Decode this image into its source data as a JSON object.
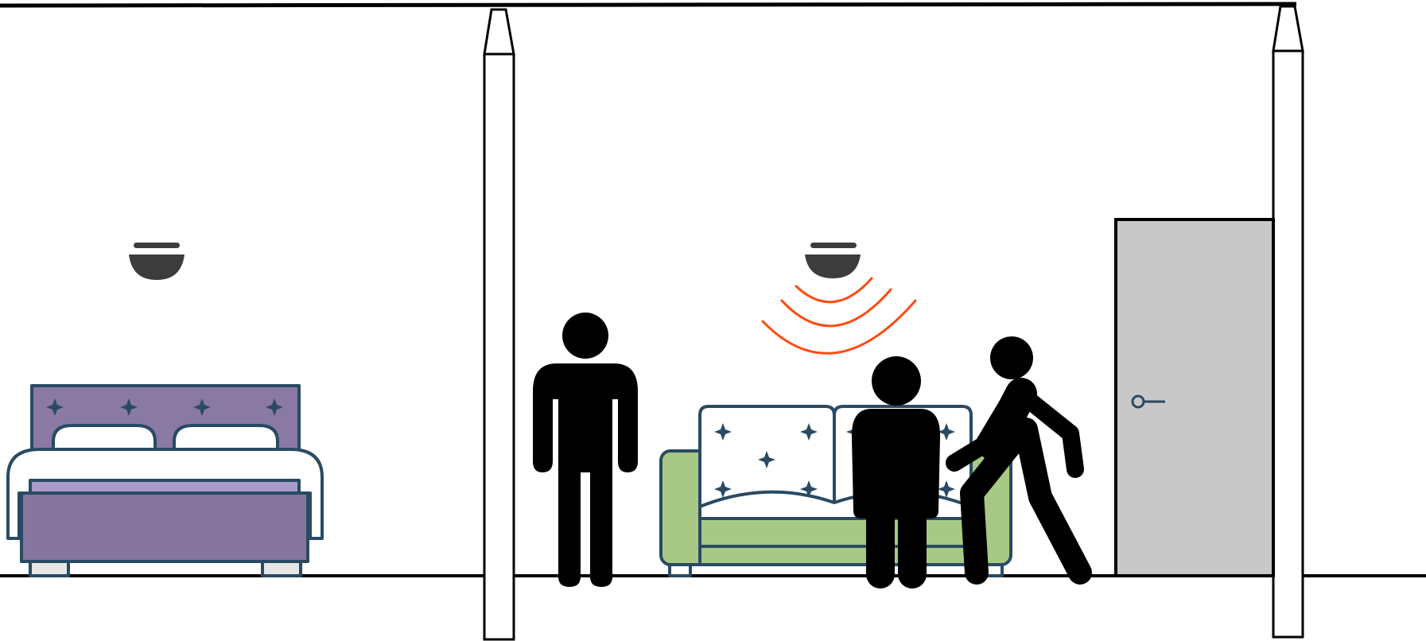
{
  "colors": {
    "background": "#ffffff",
    "line": "#000000",
    "furniture_outline": "#2a4a63",
    "bed_headboard": "#8a79a3",
    "bed_blanket": "#86769d",
    "bed_sheet_top": "#a99bc9",
    "sofa_body": "#a8c985",
    "door": "#c8c8c8",
    "sensor": "#3c3c3c",
    "signal_waves": "#ff4a10",
    "person": "#000000"
  },
  "scene": {
    "rooms": [
      "bedroom",
      "living-room"
    ],
    "sensors": [
      {
        "name": "bedroom-sensor",
        "icon": "ceiling-sensor-icon",
        "active": false
      },
      {
        "name": "living-room-sensor",
        "icon": "ceiling-sensor-icon",
        "active": true
      }
    ],
    "people": [
      {
        "pose": "standing",
        "icon": "standing-person-icon"
      },
      {
        "pose": "sitting",
        "icon": "sitting-person-icon"
      },
      {
        "pose": "walking",
        "icon": "walking-person-icon"
      }
    ],
    "furniture": [
      "bed-icon",
      "sofa-icon",
      "door-icon"
    ]
  }
}
